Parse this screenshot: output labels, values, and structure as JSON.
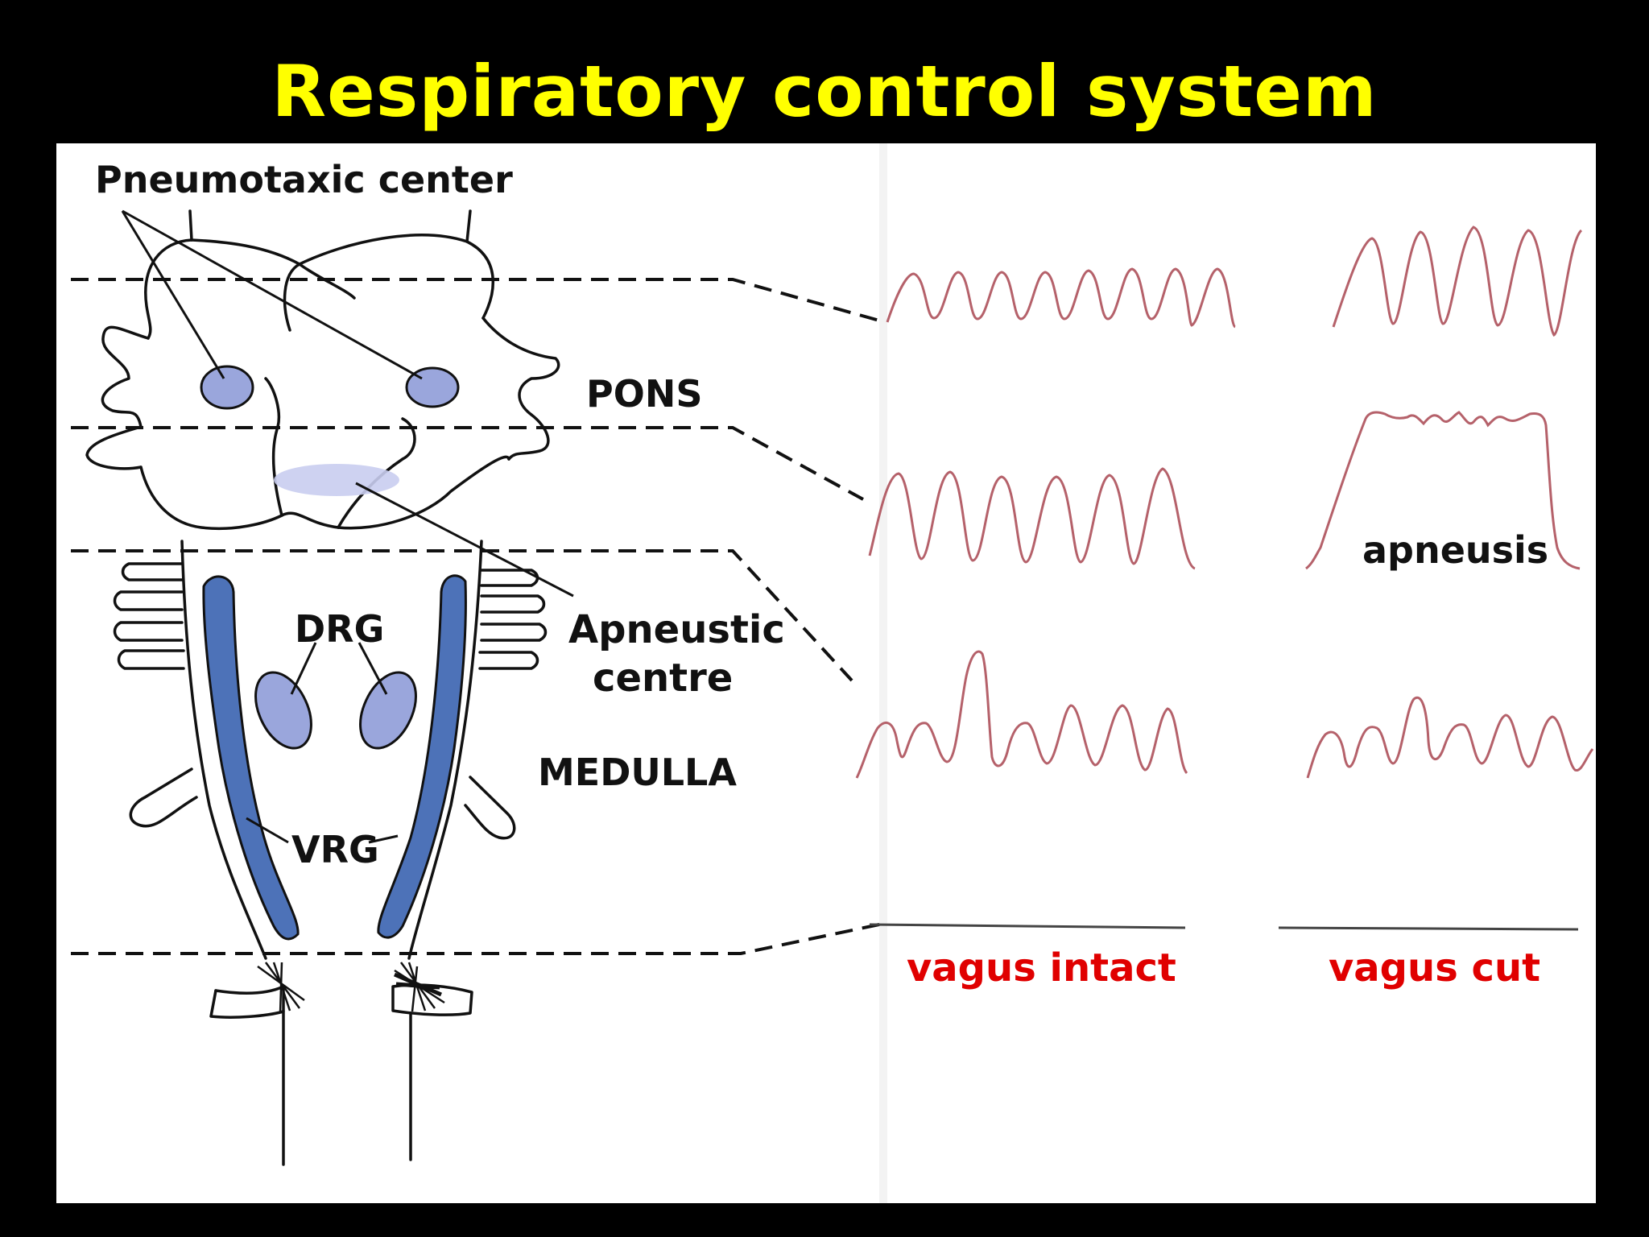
{
  "title": "Respiratory control system",
  "labels": {
    "pneumotaxic": "Pneumotaxic center",
    "pons": "PONS",
    "apneustic_line1": "Apneustic",
    "apneustic_line2": "centre",
    "drg": "DRG",
    "medulla": "MEDULLA",
    "vrg": "VRG",
    "apneusis": "apneusis",
    "vagus_intact": "vagus intact",
    "vagus_cut": "vagus cut"
  },
  "colors": {
    "background": "#000000",
    "title": "#ffff00",
    "trace": "#b5616a",
    "center_fill": "#9aa6dc",
    "vrg_fill": "#4d72b8",
    "condition_label": "#e00000"
  }
}
